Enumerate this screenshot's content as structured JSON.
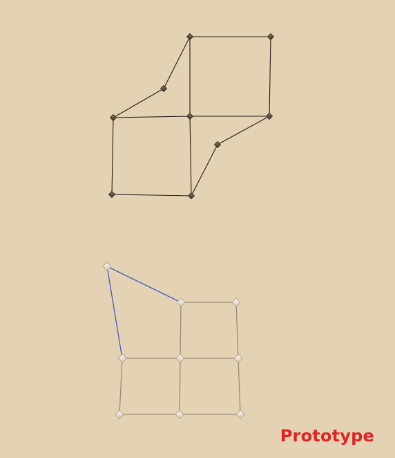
{
  "watermark": "Prototype",
  "colors": {
    "background": "#e3d3b4",
    "target_edge": "#1e1a14",
    "player_edge": "#9a8c74",
    "selected_edge": "#4a56c8",
    "target_node": "#5a4a38",
    "player_node": "#f4ece0",
    "watermark": "#e02424"
  },
  "icons": {
    "target_node": "dark-diamond-vertex",
    "player_node": "light-diamond-vertex"
  }
}
